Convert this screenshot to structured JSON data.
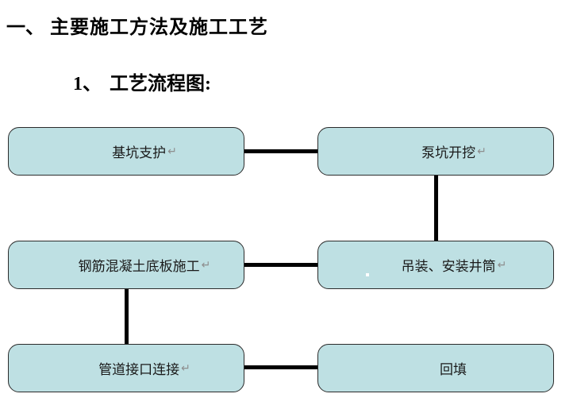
{
  "document": {
    "heading": {
      "number": "一、",
      "title": "主要施工方法及施工工艺"
    },
    "subheading": {
      "number": "1、",
      "title": "工艺流程图:"
    }
  },
  "flowchart": {
    "style": {
      "box_fill": "#bee0e3",
      "box_border": "#2b2b2b",
      "connector_color": "#000000",
      "return_mark_color": "#8e8e8e",
      "page_background": "#ffffff"
    },
    "nodes": [
      {
        "id": "foundation-pit-support",
        "label": "基坑支护",
        "mark": "↵"
      },
      {
        "id": "pump-pit-excavation",
        "label": "泵坑开挖",
        "mark": "↵"
      },
      {
        "id": "reinforced-concrete-bottom-slab",
        "label": "钢筋混凝土底板施工",
        "mark": "↵"
      },
      {
        "id": "hoisting-installing-shaft",
        "label": "吊装、安装井筒",
        "mark": "↵"
      },
      {
        "id": "pipe-joint-connection",
        "label": "管道接口连接",
        "mark": "↵"
      },
      {
        "id": "backfill",
        "label": "回填",
        "mark": ""
      }
    ],
    "edges": [
      {
        "from": "foundation-pit-support",
        "to": "pump-pit-excavation"
      },
      {
        "from": "pump-pit-excavation",
        "to": "hoisting-installing-shaft"
      },
      {
        "from": "hoisting-installing-shaft",
        "to": "reinforced-concrete-bottom-slab"
      },
      {
        "from": "reinforced-concrete-bottom-slab",
        "to": "pipe-joint-connection"
      },
      {
        "from": "pipe-joint-connection",
        "to": "backfill"
      }
    ]
  }
}
